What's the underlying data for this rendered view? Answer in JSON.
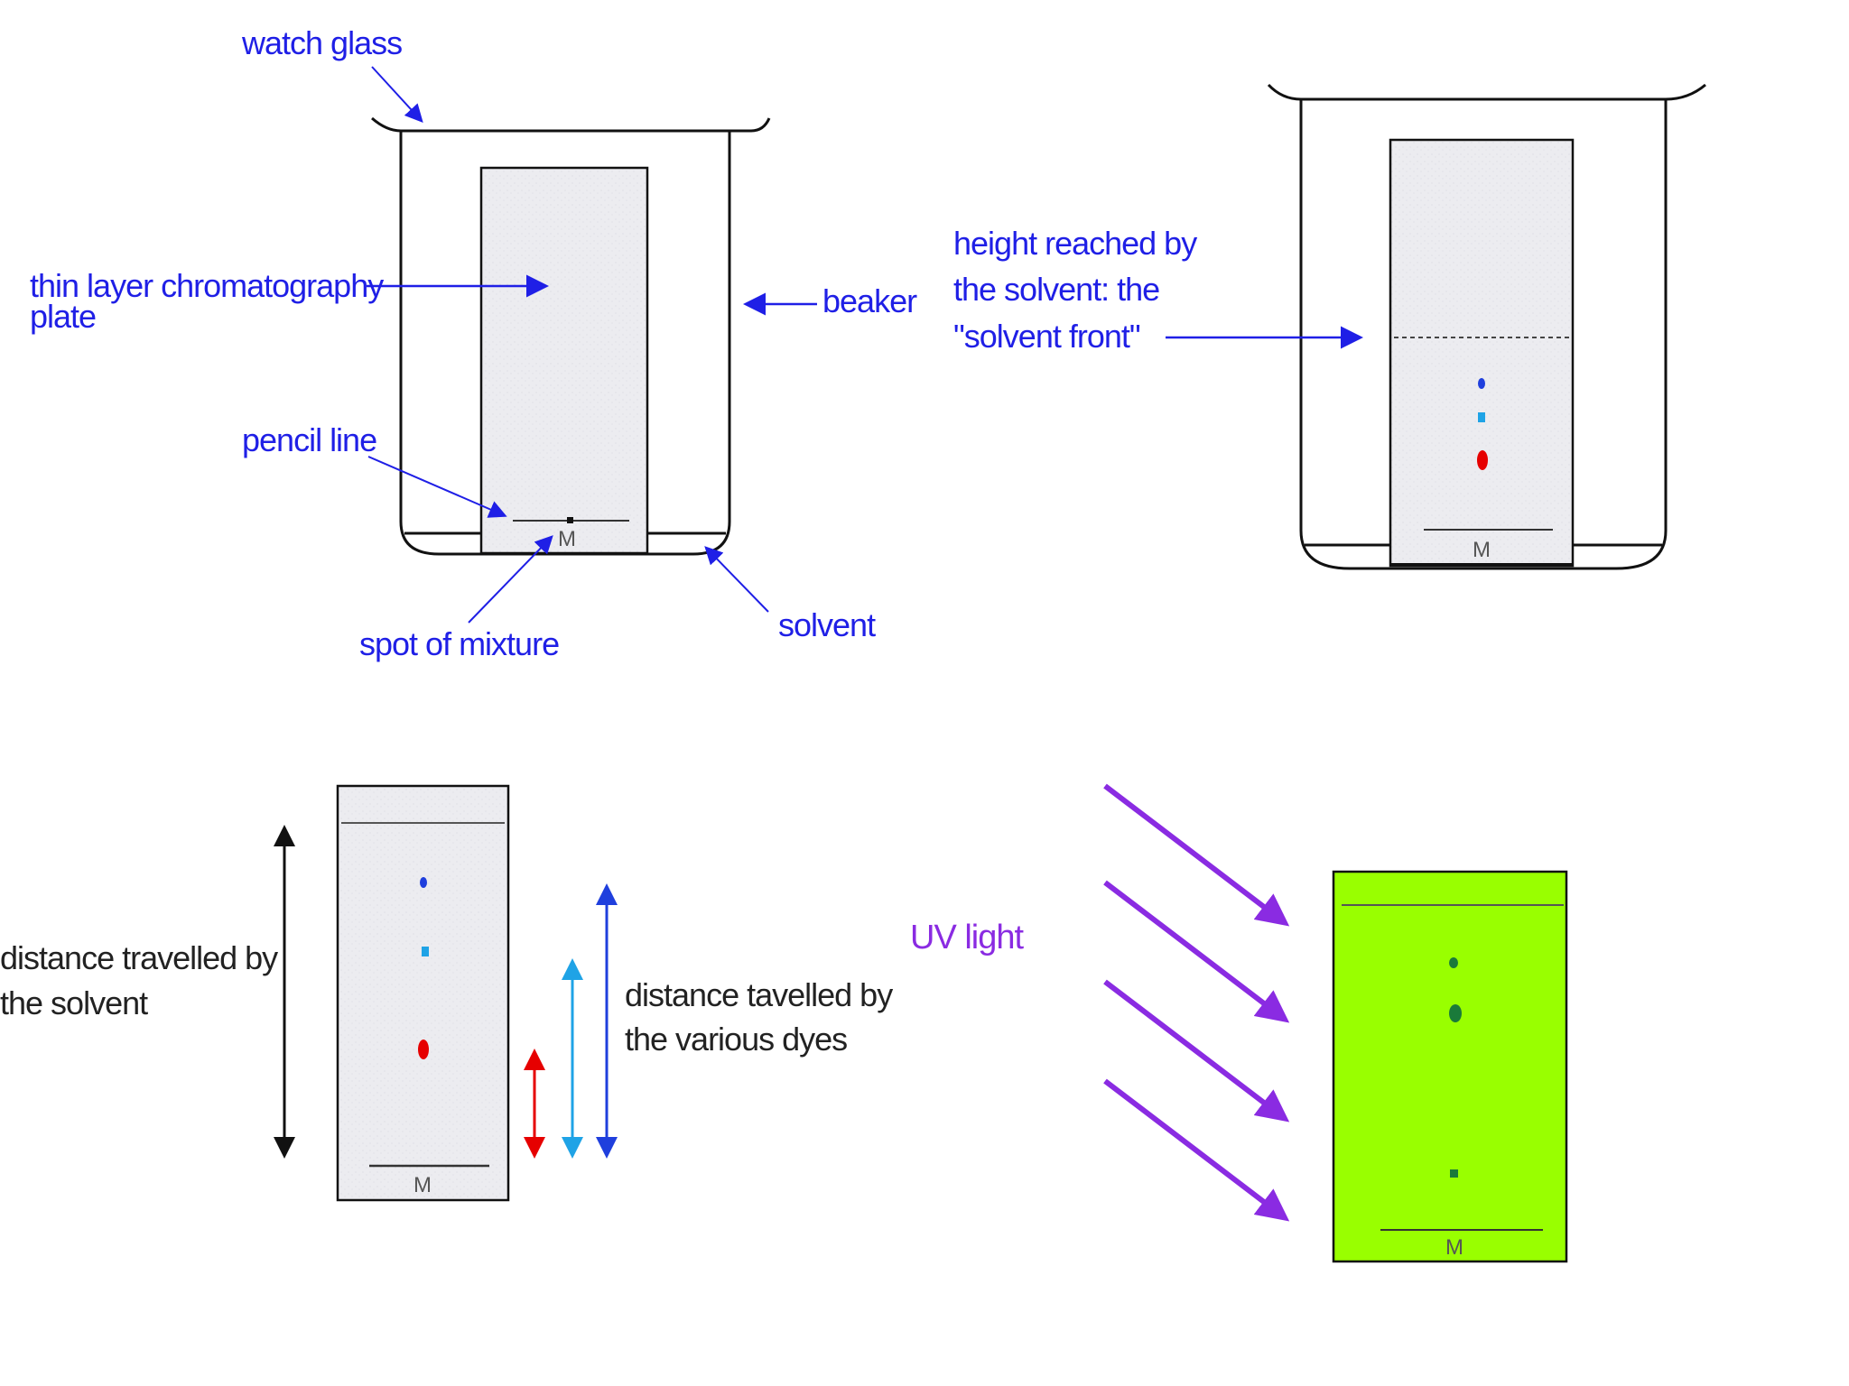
{
  "labels": {
    "watch_glass": "watch glass",
    "tlc_plate_line1": "thin layer chromatography",
    "tlc_plate_line2": "plate",
    "beaker": "beaker",
    "pencil_line": "pencil line",
    "spot_of_mixture": "spot of mixture",
    "solvent": "solvent",
    "height_line1": "height reached by",
    "height_line2": "the solvent: the",
    "height_line3": "\"solvent front\"",
    "dist_solvent_line1": "distance travelled by",
    "dist_solvent_line2": "the solvent",
    "dist_dyes_line1": "distance tavelled by",
    "dist_dyes_line2": "the various dyes",
    "uv_light": "UV light",
    "plate_mark": "M"
  },
  "colors": {
    "label_blue": "#1f1fe6",
    "arrow_blue": "#1f1fe6",
    "plate_fill": "#ececf0",
    "uv_plate": "#99ff00",
    "uv_arrow": "#8a2be2",
    "dye_dark_blue": "#1f3fdd",
    "dye_light_blue": "#1fa3e6",
    "dye_red": "#e60000",
    "uv_spot": "#1a7a3a"
  }
}
